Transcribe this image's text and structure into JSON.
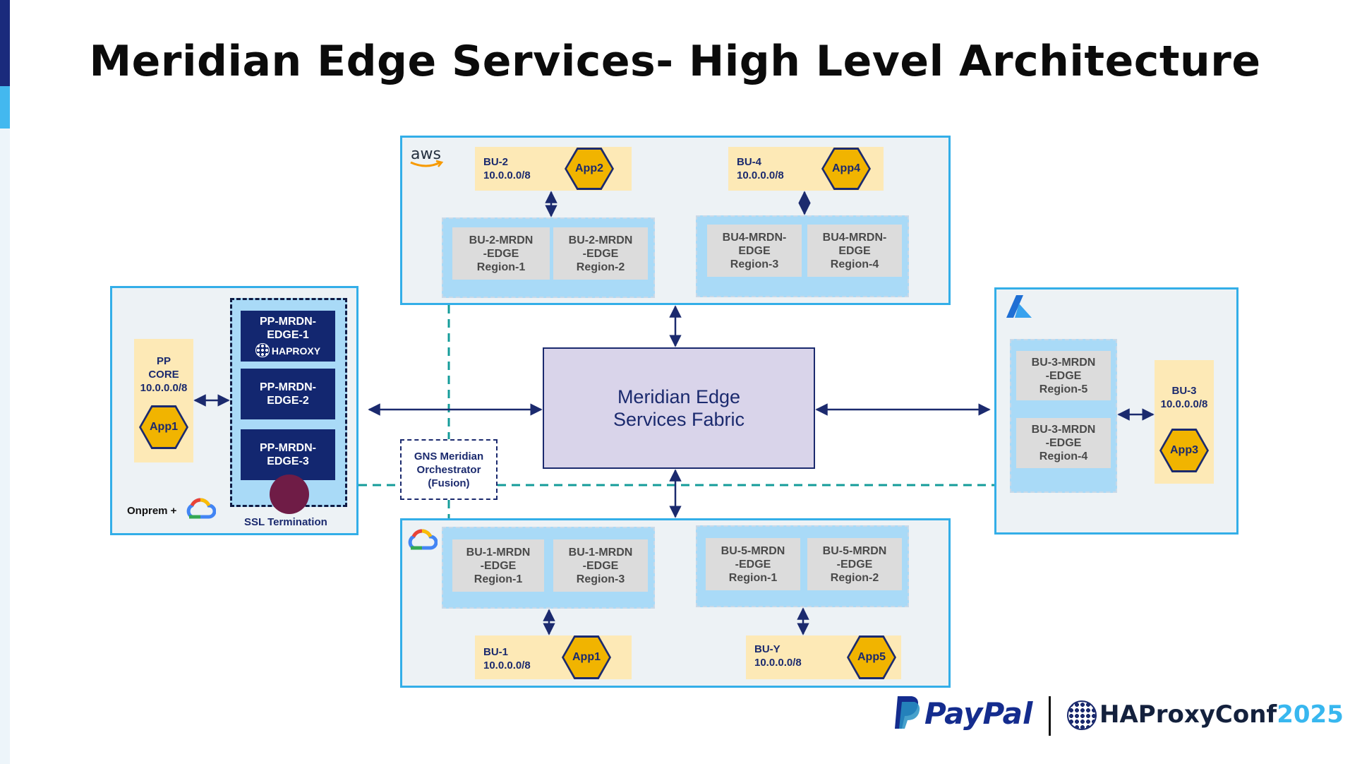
{
  "title": "Meridian Edge Services- High Level Architecture",
  "fabric": [
    "Meridian Edge",
    "Services Fabric"
  ],
  "orchestrator": [
    "GNS Meridian",
    "Orchestrator",
    "(Fusion)"
  ],
  "aws": {
    "logo_text": "aws",
    "bu2": {
      "name": "BU-2",
      "cidr": "10.0.0.0/8",
      "app": "App2"
    },
    "bu4": {
      "name": "BU-4",
      "cidr": "10.0.0.0/8",
      "app": "App4"
    },
    "edges": [
      [
        "BU-2-MRDN",
        "-EDGE",
        "Region-1"
      ],
      [
        "BU-2-MRDN",
        "-EDGE",
        "Region-2"
      ],
      [
        "BU4-MRDN-",
        "EDGE",
        "Region-3"
      ],
      [
        "BU4-MRDN-",
        "EDGE",
        "Region-4"
      ]
    ]
  },
  "gcp": {
    "bu1": {
      "name": "BU-1",
      "cidr": "10.0.0.0/8",
      "app": "App1"
    },
    "buy": {
      "name": "BU-Y",
      "cidr": "10.0.0.0/8",
      "app": "App5"
    },
    "edges": [
      [
        "BU-1-MRDN",
        "-EDGE",
        "Region-1"
      ],
      [
        "BU-1-MRDN",
        "-EDGE",
        "Region-3"
      ],
      [
        "BU-5-MRDN",
        "-EDGE",
        "Region-1"
      ],
      [
        "BU-5-MRDN",
        "-EDGE",
        "Region-2"
      ]
    ]
  },
  "azure": {
    "bu3": {
      "name": "BU-3",
      "cidr": "10.0.0.0/8",
      "app": "App3"
    },
    "edges": [
      [
        "BU-3-MRDN",
        "-EDGE",
        "Region-5"
      ],
      [
        "BU-3-MRDN",
        "-EDGE",
        "Region-4"
      ]
    ]
  },
  "onprem": {
    "label": "Onprem +",
    "ppcore": [
      "PP",
      "CORE",
      "10.0.0.0/8"
    ],
    "app": "App1",
    "edges": [
      [
        "PP-MRDN-",
        "EDGE-1"
      ],
      [
        "PP-MRDN-",
        "EDGE-2"
      ],
      [
        "PP-MRDN-",
        "EDGE-3"
      ]
    ],
    "haproxy_badge": "HAPROXY",
    "ssl": "SSL Termination"
  },
  "footer": {
    "paypal": "PayPal",
    "haproxyconf": "HAProxyConf",
    "year": "2025"
  },
  "colors": {
    "navy": "#1b2a6e",
    "cloud_border": "#33aee8",
    "yellow_box": "#fde9b6",
    "hex_fill": "#f1b400",
    "edge_group": "#a9daf7",
    "fabric_fill": "#d9d4ea",
    "dashed_teal": "#149c9a",
    "ssl_dot": "#6f1c46"
  }
}
